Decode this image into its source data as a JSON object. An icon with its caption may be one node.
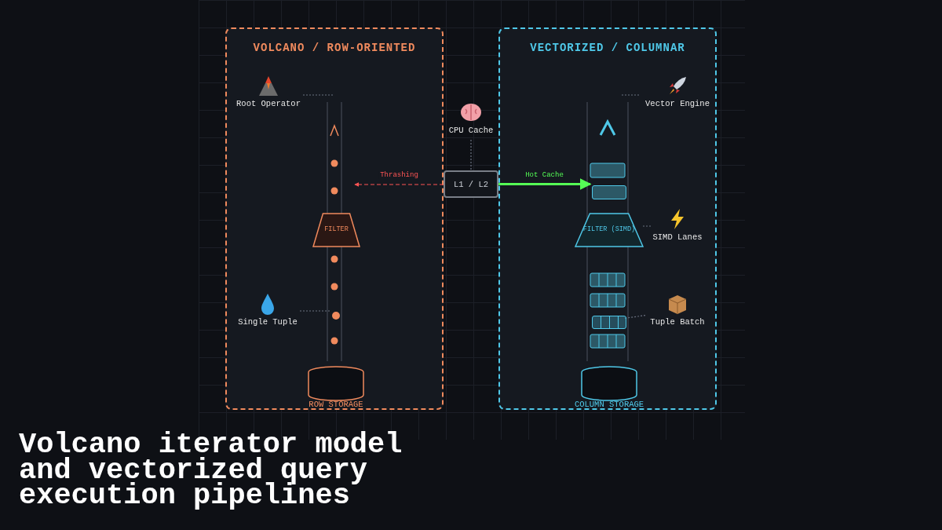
{
  "diagram": {
    "title": "Volcano iterator model and vectorized query execution pipelines",
    "nodes": [
      {
        "text": [
          "VOLCANO / ROW-ORIENTED"
        ]
      },
      {
        "text": [
          "Root Operator"
        ],
        "in": 0
      },
      {
        "text": [
          "FILTER"
        ],
        "in": 0
      },
      {
        "text": [
          "Single Tuple"
        ],
        "in": 0
      },
      {
        "text": [],
        "shape": "circle",
        "in": 0
      },
      {
        "text": [
          "ROW STORAGE"
        ],
        "in": 0
      },
      {
        "text": [
          "CPU Cache"
        ]
      },
      {
        "text": [
          "L1 / L2"
        ]
      },
      {
        "text": [
          "VECTORIZED / COLUMNAR"
        ]
      },
      {
        "text": [
          "Vector Engine"
        ],
        "in": 8
      },
      {
        "text": [
          "FILTER (SIMD)"
        ],
        "in": 8
      },
      {
        "text": [
          "SIMD Lanes"
        ],
        "in": 8
      },
      {
        "text": [
          "Tuple Batch"
        ],
        "in": 8
      },
      {
        "text": [],
        "shape": "box",
        "in": 8
      },
      {
        "text": [
          "COLUMN STORAGE"
        ],
        "in": 8
      },
      {
        "text": [],
        "shape": "box",
        "in": 8
      }
    ],
    "edges": [
      {
        "from": 1,
        "to": null,
        "arrow": "none",
        "style": "dashed"
      },
      {
        "from": 3,
        "to": 4,
        "arrow": "none",
        "style": "dashed"
      },
      {
        "from": 6,
        "to": 7,
        "arrow": "none",
        "style": "dashed"
      },
      {
        "from": 7,
        "to": null,
        "arrow": "to",
        "label": "Thrashing",
        "style": "dashed",
        "color": "#ff5555"
      },
      {
        "from": 7,
        "to": 13,
        "arrow": "to",
        "label": "Hot Cache",
        "style": "thick",
        "color": "#55ff55"
      },
      {
        "from": 9,
        "to": null,
        "arrow": "none",
        "style": "dashed"
      },
      {
        "from": 11,
        "to": 10,
        "arrow": "none",
        "style": "dashed"
      },
      {
        "from": 12,
        "to": 15,
        "arrow": "none",
        "style": "dashed"
      }
    ]
  }
}
